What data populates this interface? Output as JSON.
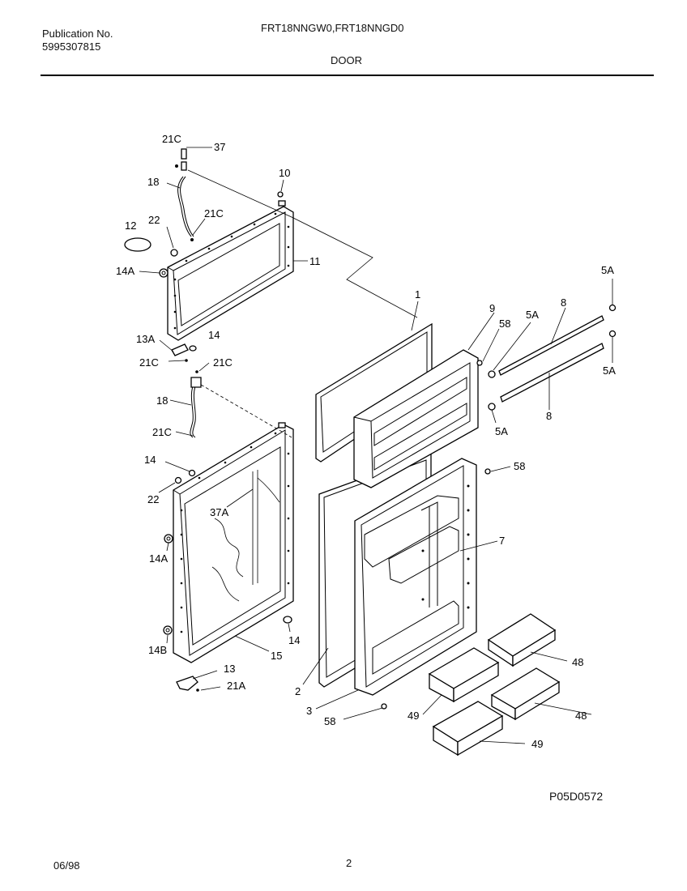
{
  "header": {
    "publication_label": "Publication No.",
    "publication_number": "5995307815",
    "models": "FRT18NNGW0,FRT18NNGD0",
    "section": "DOOR"
  },
  "footer": {
    "drawing_number": "P05D0572",
    "date": "06/98",
    "page": "2"
  },
  "callouts": [
    {
      "id": "c1",
      "text": "21C"
    },
    {
      "id": "c2",
      "text": "37"
    },
    {
      "id": "c3",
      "text": "18"
    },
    {
      "id": "c4",
      "text": "10"
    },
    {
      "id": "c5",
      "text": "12"
    },
    {
      "id": "c6",
      "text": "22"
    },
    {
      "id": "c7",
      "text": "21C"
    },
    {
      "id": "c8",
      "text": "11"
    },
    {
      "id": "c9",
      "text": "14A"
    },
    {
      "id": "c10",
      "text": "13A"
    },
    {
      "id": "c11",
      "text": "14"
    },
    {
      "id": "c12",
      "text": "21C"
    },
    {
      "id": "c13",
      "text": "21C"
    },
    {
      "id": "c14",
      "text": "18"
    },
    {
      "id": "c15",
      "text": "21C"
    },
    {
      "id": "c16",
      "text": "14"
    },
    {
      "id": "c17",
      "text": "22"
    },
    {
      "id": "c18",
      "text": "37A"
    },
    {
      "id": "c19",
      "text": "14A"
    },
    {
      "id": "c20",
      "text": "14B"
    },
    {
      "id": "c21",
      "text": "14"
    },
    {
      "id": "c22",
      "text": "15"
    },
    {
      "id": "c23",
      "text": "13"
    },
    {
      "id": "c24",
      "text": "21A"
    },
    {
      "id": "c25",
      "text": "1"
    },
    {
      "id": "c26",
      "text": "9"
    },
    {
      "id": "c27",
      "text": "58"
    },
    {
      "id": "c28",
      "text": "5A"
    },
    {
      "id": "c29",
      "text": "8"
    },
    {
      "id": "c30",
      "text": "5A"
    },
    {
      "id": "c31",
      "text": "5A"
    },
    {
      "id": "c32",
      "text": "8"
    },
    {
      "id": "c33",
      "text": "5A"
    },
    {
      "id": "c34",
      "text": "58"
    },
    {
      "id": "c35",
      "text": "7"
    },
    {
      "id": "c36",
      "text": "48"
    },
    {
      "id": "c37",
      "text": "48"
    },
    {
      "id": "c38",
      "text": "49"
    },
    {
      "id": "c39",
      "text": "49"
    },
    {
      "id": "c40",
      "text": "2"
    },
    {
      "id": "c41",
      "text": "3"
    },
    {
      "id": "c42",
      "text": "58"
    }
  ]
}
